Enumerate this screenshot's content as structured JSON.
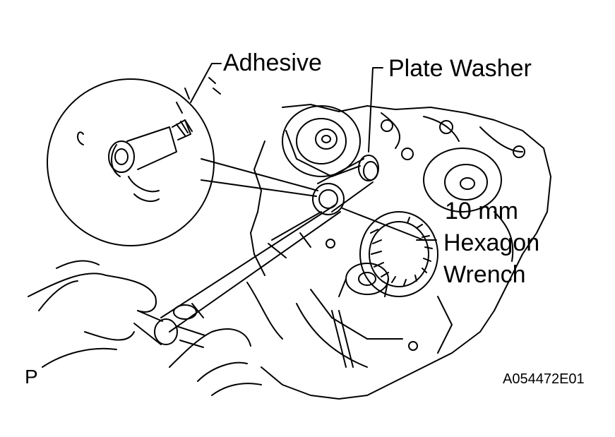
{
  "labels": {
    "adhesive": "Adhesive",
    "plate_washer": "Plate Washer",
    "size": "10 mm",
    "hexagon": "Hexagon",
    "wrench": "Wrench"
  },
  "corner_mark": "P",
  "figure_code": "A054472E01"
}
